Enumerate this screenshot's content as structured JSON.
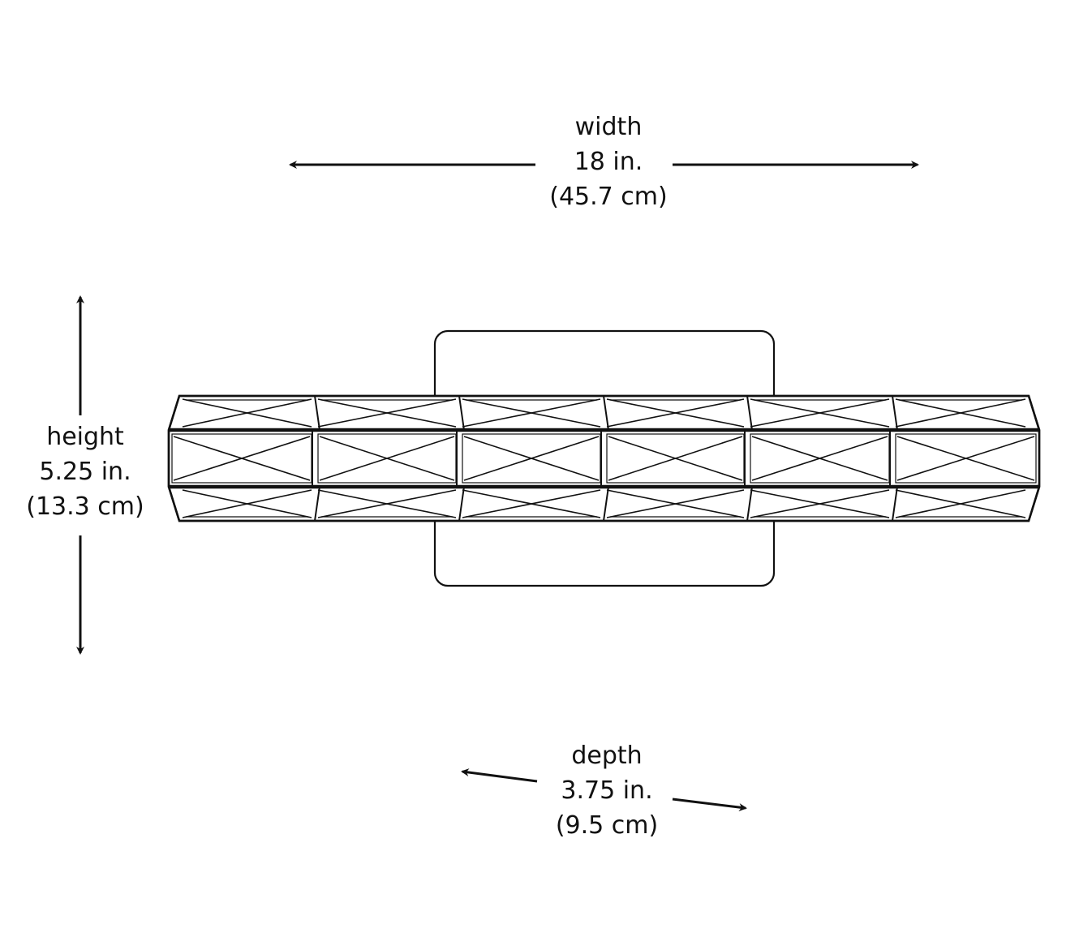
{
  "labels": {
    "width": {
      "name": "width",
      "imperial": "18 in.",
      "metric": "(45.7 cm)"
    },
    "height": {
      "name": "height",
      "imperial": "5.25 in.",
      "metric": "(13.3 cm)"
    },
    "depth": {
      "name": "depth",
      "imperial": "3.75 in.",
      "metric": "(9.5 cm)"
    }
  },
  "colors": {
    "stroke": "#111111",
    "background": "#ffffff"
  },
  "icons": {
    "arrow": "arrowhead"
  }
}
